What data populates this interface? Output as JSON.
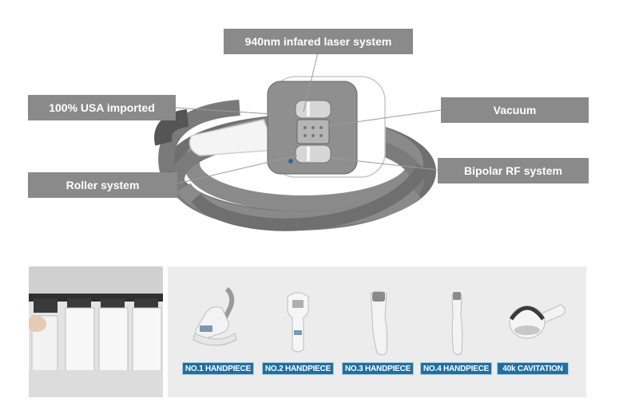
{
  "callouts": {
    "laser": "940nm infared laser system",
    "usa": "100% USA imported",
    "vacuum": "Vacuum",
    "roller": "Roller system",
    "rf": "Bipolar RF system"
  },
  "handpieces": [
    {
      "label": "NO.1 HANDPIECE",
      "icon": "no1-handpiece-icon"
    },
    {
      "label": "NO.2 HANDPIECE",
      "icon": "no2-handpiece-icon"
    },
    {
      "label": "NO.3 HANDPIECE",
      "icon": "no3-handpiece-icon"
    },
    {
      "label": "NO.4 HANDPIECE",
      "icon": "no4-handpiece-icon"
    },
    {
      "label": "40k CAVITATION",
      "icon": "cavitation-handpiece-icon"
    }
  ],
  "colors": {
    "callout_bg": "#8a8a8a",
    "label_bg": "#1f6fa3",
    "cable": "#7f7f7f",
    "panel_bg": "#ececec"
  }
}
